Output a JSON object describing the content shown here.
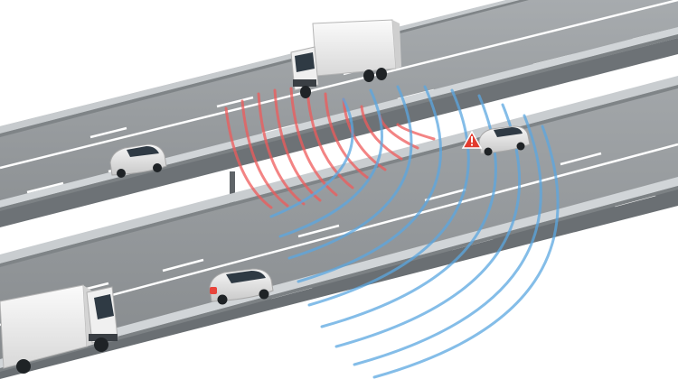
{
  "scene": {
    "description_label": "",
    "colors": {
      "background": "#ffffff",
      "asphalt": "#8f9396",
      "asphalt_top": "#a5a9ac",
      "road_edge": "#5f6468",
      "lane_marking": "#ffffff",
      "guardrail": "#c9cdd0",
      "guardrail_dark": "#7d8285",
      "truck_body": "#f2f2f2",
      "car_body": "#e9e9e9",
      "glass": "#2f3a44",
      "tail_light": "#e8453c",
      "warning_red": "#e23b2e",
      "wave_red": "#ee5a5a",
      "wave_blue": "#5aa6e0"
    },
    "icons": {
      "warning": "warning-triangle-icon"
    },
    "objects": {
      "upper_road": "highway-upper-carriageway",
      "lower_road": "highway-lower-carriageway",
      "truck_top": "truck",
      "car_upper": "car",
      "car_broken": "car",
      "car_lower": "car",
      "truck_bottom": "truck"
    }
  }
}
